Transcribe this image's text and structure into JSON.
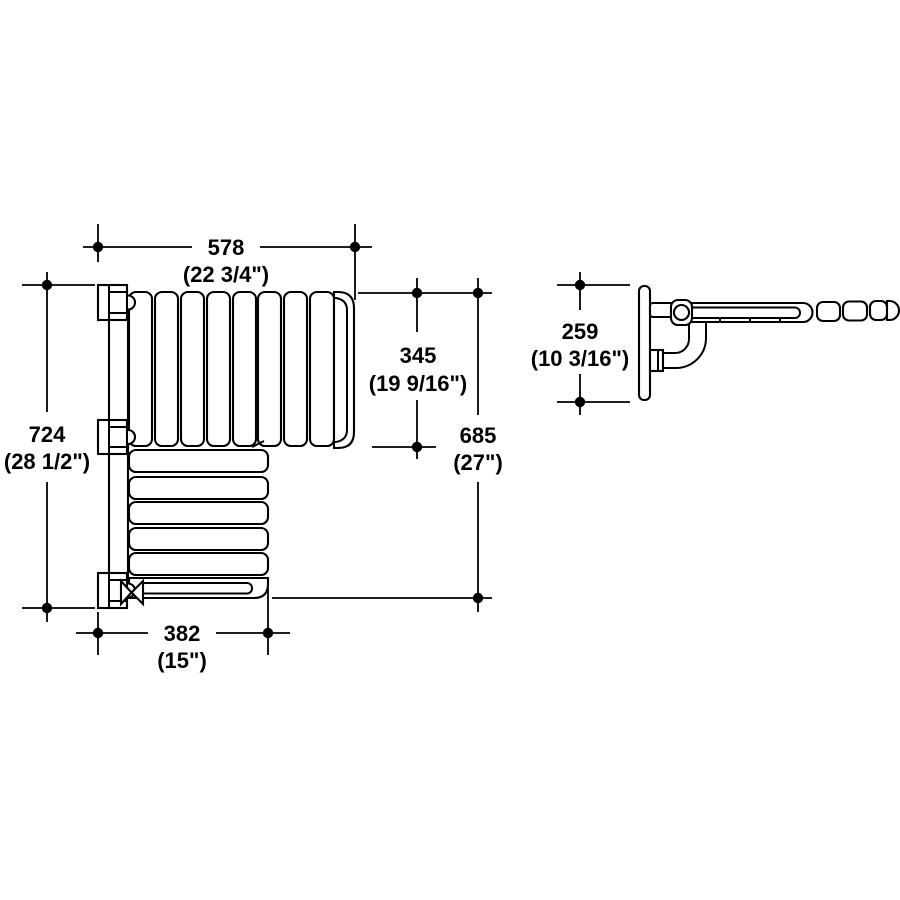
{
  "colors": {
    "line": "#000000",
    "background": "#ffffff",
    "text": "#000000"
  },
  "dimensions": {
    "top_width": {
      "mm": "578",
      "inches": "(22 3/4\")"
    },
    "mount_height": {
      "mm": "724",
      "inches": "(28 1/2\")"
    },
    "backrest_depth": {
      "mm": "345",
      "inches": "(19 9/16\")"
    },
    "overall_depth": {
      "mm": "685",
      "inches": "(27\")"
    },
    "seat_width": {
      "mm": "382",
      "inches": "(15\")"
    },
    "wall_plate_height": {
      "mm": "259",
      "inches": "(10 3/16\")"
    }
  }
}
